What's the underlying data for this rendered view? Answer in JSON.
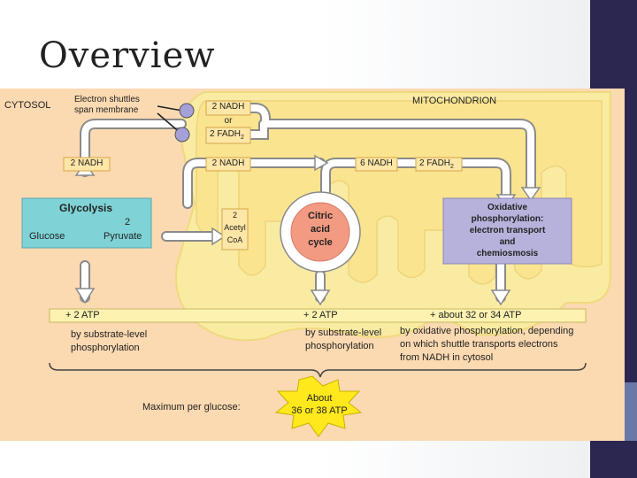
{
  "slide": {
    "title": "Overview"
  },
  "diagram": {
    "cytosol": "CYTOSOL",
    "mitochondrion": "MITOCHONDRION",
    "shuttles": [
      "Electron shuttles",
      "span membrane"
    ],
    "shuttle_nadh": "2 NADH",
    "shuttle_or": "or",
    "shuttle_fadh": "2 FADH",
    "nadh_cyto": "2 NADH",
    "nadh_pyr": "2 NADH",
    "nadh_cac": "6 NADH",
    "fadh_cac": "2 FADH",
    "sub2": "2",
    "glycolysis": {
      "title": "Glycolysis",
      "glucose": "Glucose",
      "two": "2",
      "pyruvate": "Pyruvate"
    },
    "acetyl": [
      "2",
      "Acetyl",
      "CoA"
    ],
    "citric": [
      "Citric",
      "acid",
      "cycle"
    ],
    "oxidative": [
      "Oxidative",
      "phosphorylation:",
      "electron transport",
      "and",
      "chemiosmosis"
    ],
    "atp1": "+ 2 ATP",
    "atp2": "+ 2 ATP",
    "atp3": "+ about 32 or 34 ATP",
    "note1": [
      "by substrate-level",
      "phosphorylation"
    ],
    "note2": [
      "by substrate-level",
      "phosphorylation"
    ],
    "note3": [
      "by oxidative phosphorylation, depending",
      "on which shuttle transports electrons",
      "from NADH in cytosol"
    ],
    "max": "Maximum per glucose:",
    "about": [
      "About",
      "36 or 38 ATP"
    ]
  },
  "colors": {
    "background": "#fbd9b1",
    "mitochondrion": "#faeba3",
    "glycolysis": "#7fd3d6",
    "citric": "#f29a82",
    "oxidative": "#b7b2dc",
    "label_box": "#fde6a6",
    "sidebar": "#2c2750"
  }
}
